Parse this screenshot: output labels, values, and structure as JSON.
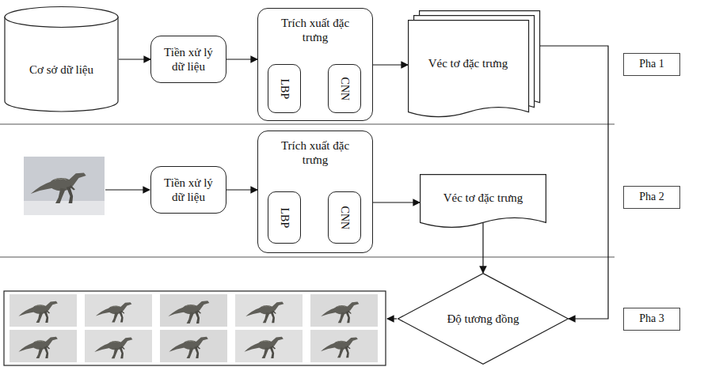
{
  "diagram": {
    "nodes": [
      {
        "text": [
          "Cơ sở dữ liệu"
        ]
      },
      {
        "text": [
          "Tiền xử lý dữ liệu"
        ]
      },
      {
        "text": [
          "Trích xuất đặc trưng"
        ]
      },
      {
        "text": [
          "LBP"
        ],
        "in": 2
      },
      {
        "text": [
          "CNN"
        ],
        "in": 2
      },
      {
        "text": [
          "Véc tơ đặc trưng"
        ]
      },
      {
        "text": [
          "Pha 1"
        ]
      },
      {
        "text": [
          "Tiền xử lý dữ liệu"
        ]
      },
      {
        "text": [
          "Trích xuất đặc trưng"
        ]
      },
      {
        "text": [
          "LBP"
        ],
        "in": 8
      },
      {
        "text": [
          "CNN"
        ],
        "in": 8
      },
      {
        "text": [
          "Véc tơ đặc trưng"
        ]
      },
      {
        "text": [
          "Pha 2"
        ]
      },
      {
        "text": [
          "Độ tương đồng"
        ]
      },
      {
        "text": [
          "Pha 3"
        ]
      }
    ],
    "edges": [
      {
        "from": 0,
        "to": 1,
        "arrow": "to"
      },
      {
        "from": 1,
        "to": 2,
        "arrow": "to"
      },
      {
        "from": 2,
        "to": 5,
        "arrow": "to"
      },
      {
        "from": 7,
        "to": 8,
        "arrow": "to"
      },
      {
        "from": 8,
        "to": 11,
        "arrow": "to"
      },
      {
        "from": 11,
        "to": 13,
        "arrow": "to"
      },
      {
        "from": 5,
        "to": 13,
        "arrow": "to"
      }
    ]
  }
}
